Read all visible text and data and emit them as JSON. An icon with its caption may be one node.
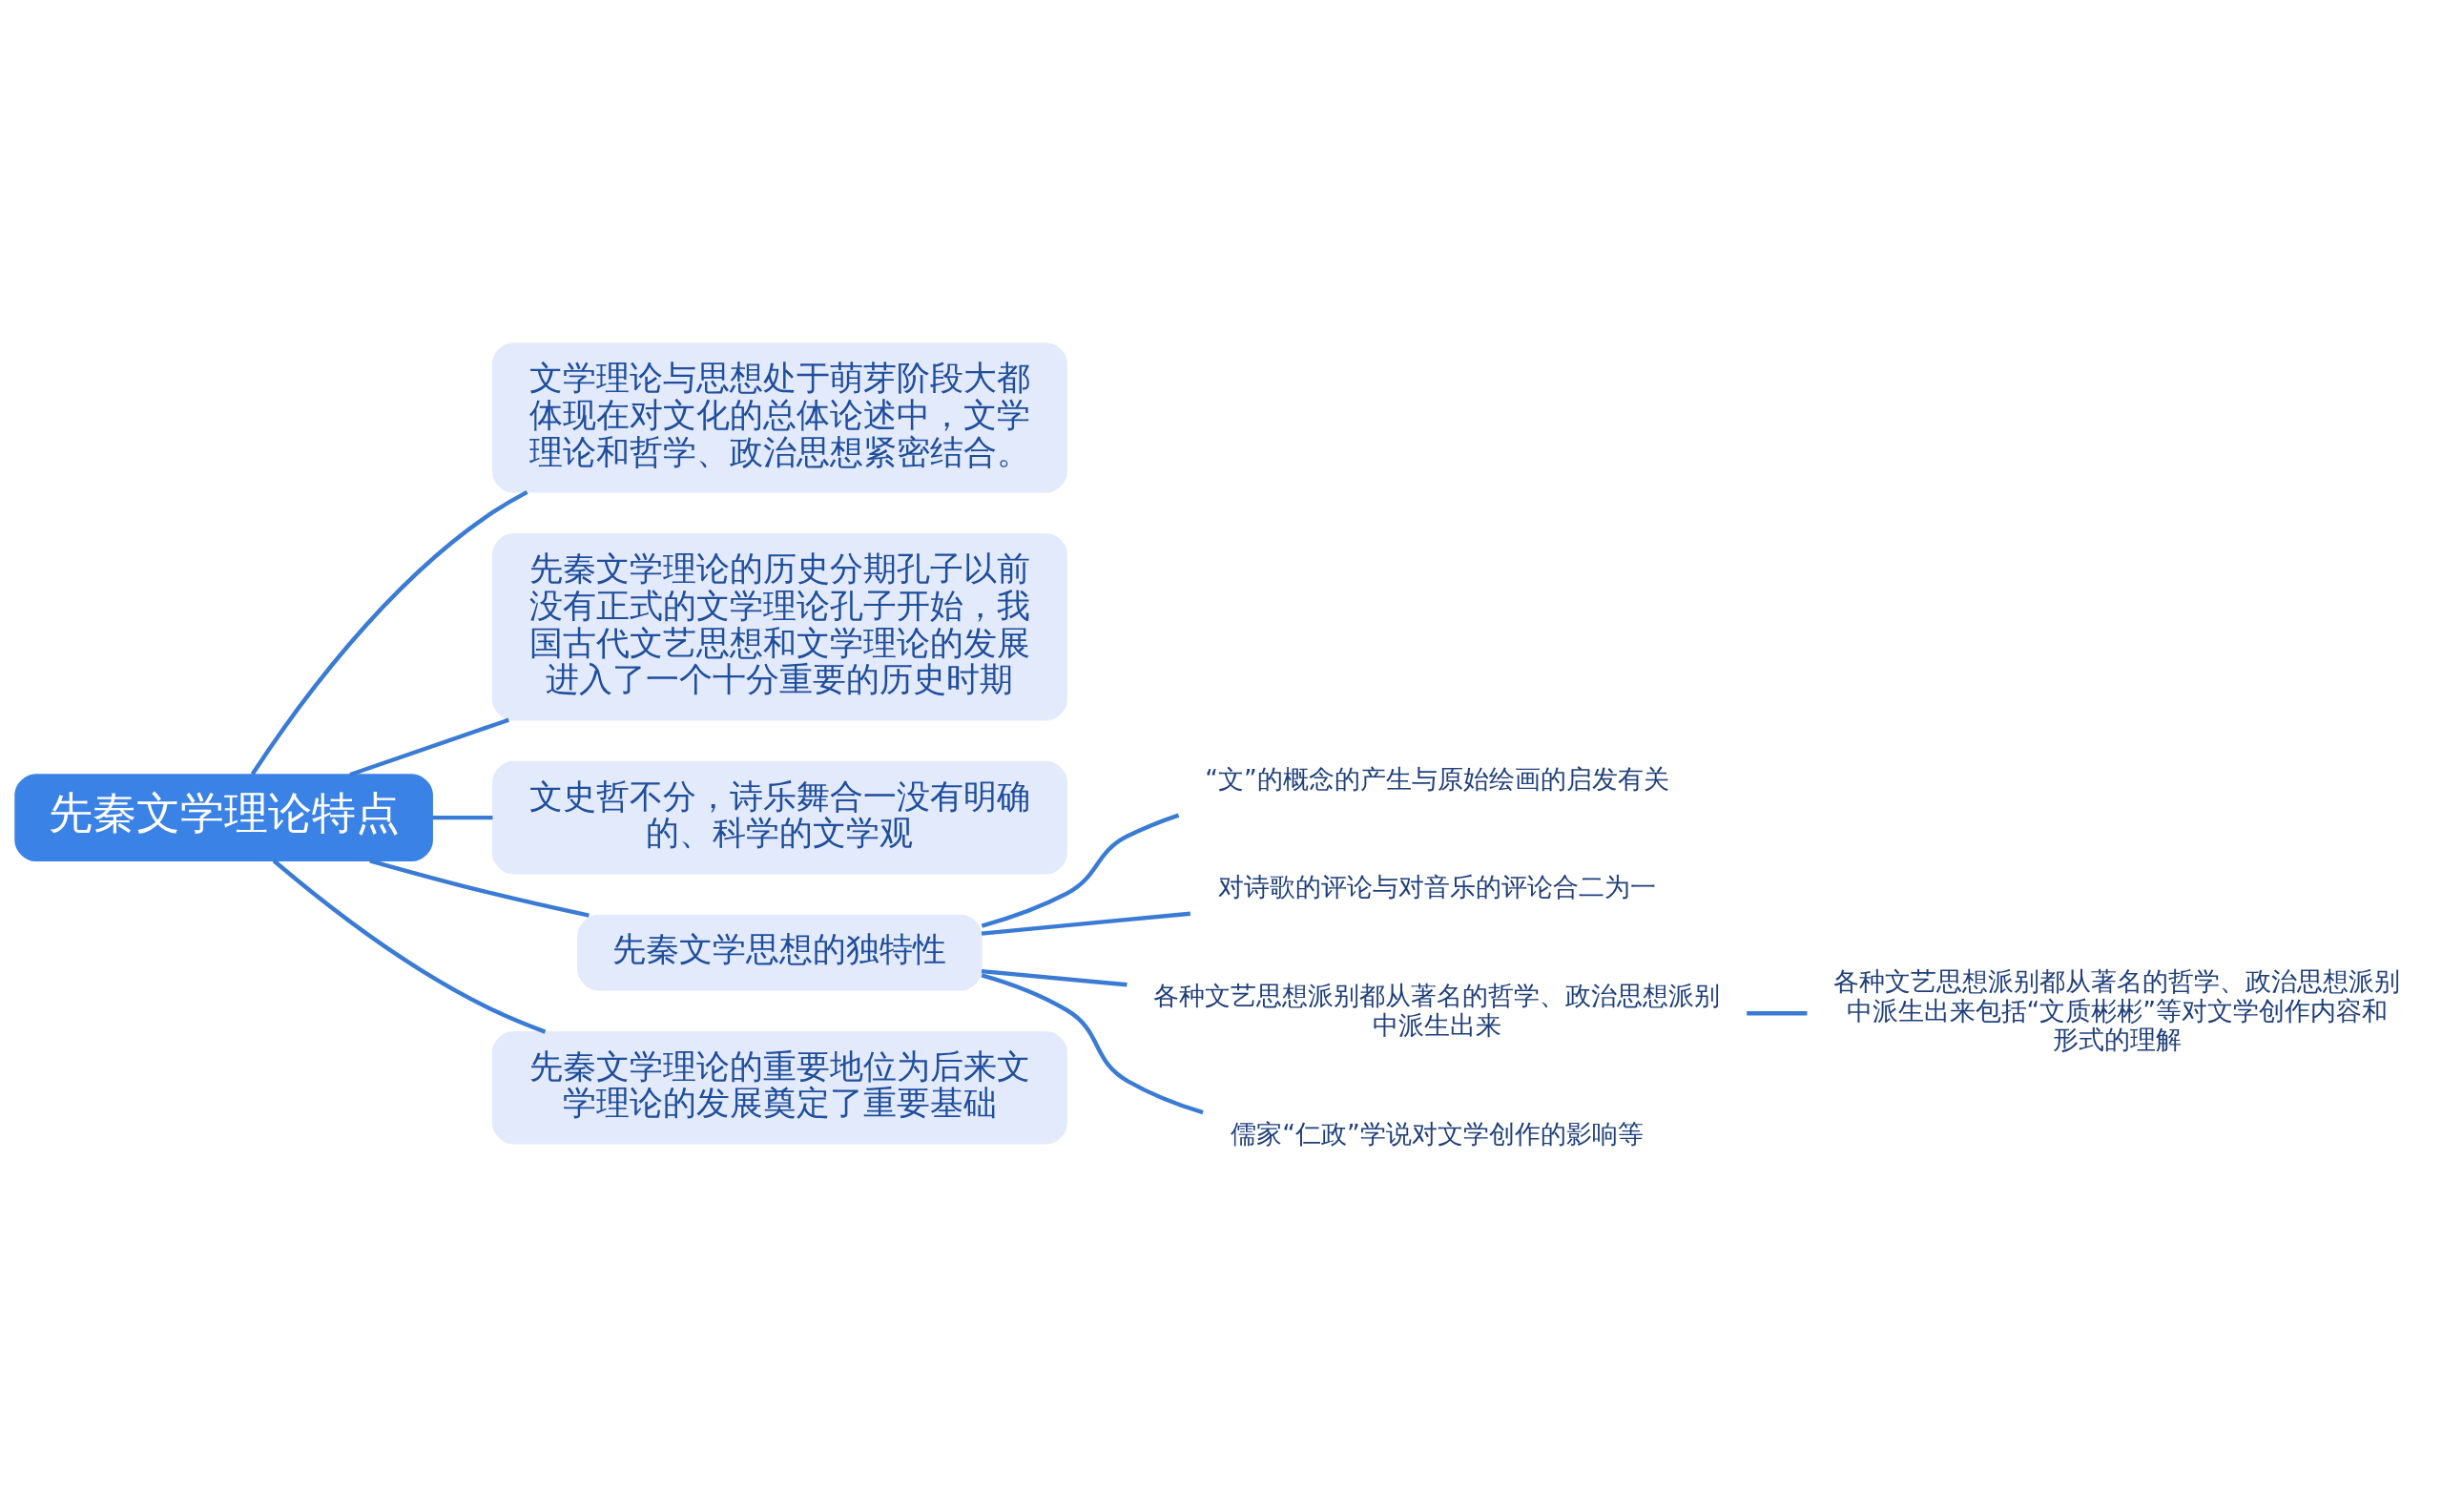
{
  "diagram": {
    "nodes": [
      {
        "text": [
          "先秦文学理论特点"
        ]
      },
      {
        "text": [
          "文学理论与思想处于萌芽阶段大都体现在对文化的总体论述中，文学理论和哲学、政治思想紧密结合。"
        ]
      },
      {
        "text": [
          "先秦文学理论的历史分期孔子以前没有正式的文学理论孔子开始，我国古代文艺思想和文学理论的发展进入了一个十分重要的历史时期"
        ]
      },
      {
        "text": [
          "文史哲不分，诗乐舞合一没有明确的、科学的文学观"
        ]
      },
      {
        "text": [
          "先秦文学思想的独特性"
        ]
      },
      {
        "text": [
          "“文”的概念的产生与原始绘画的启发有关"
        ]
      },
      {
        "text": [
          "对诗歌的评论与对音乐的评论合二为一"
        ]
      },
      {
        "text": [
          "各种文艺思想派别都从著名的哲学、政治思想派别中派生出来"
        ]
      },
      {
        "text": [
          "各种文艺思想派别都从著名的哲学、政治思想派别中派生出来包括“文质彬彬”等对文学创作内容和形式的理解"
        ]
      },
      {
        "text": [
          "儒家“仁政”学说对文学创作的影响等"
        ]
      },
      {
        "text": [
          "先秦文学理论的重要地位为后来文学理论的发展奠定了重要基础"
        ]
      }
    ],
    "edges": [
      {
        "from": 0,
        "to": 1,
        "arrow": "none"
      },
      {
        "from": 0,
        "to": 2,
        "arrow": "none"
      },
      {
        "from": 0,
        "to": 3,
        "arrow": "none"
      },
      {
        "from": 0,
        "to": 4,
        "arrow": "none"
      },
      {
        "from": 4,
        "to": 5,
        "arrow": "none"
      },
      {
        "from": 4,
        "to": 6,
        "arrow": "none"
      },
      {
        "from": 4,
        "to": 7,
        "arrow": "none"
      },
      {
        "from": 7,
        "to": 8,
        "arrow": "none"
      },
      {
        "from": 4,
        "to": 9,
        "arrow": "none"
      },
      {
        "from": 0,
        "to": 10,
        "arrow": "none"
      }
    ]
  }
}
